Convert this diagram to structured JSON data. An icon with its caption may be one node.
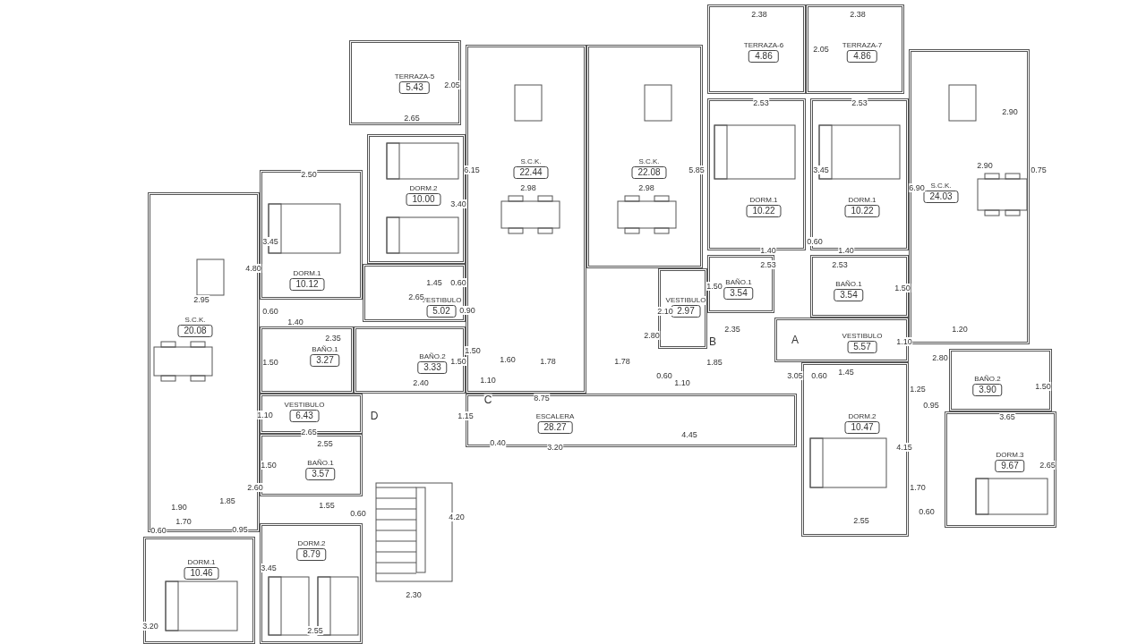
{
  "diagram": {
    "nodes": [
      {
        "text": [
          "TERRAZA-5",
          "5.43"
        ]
      },
      {
        "text": [
          "S.C.K.",
          "22.44"
        ]
      },
      {
        "text": [
          "S.C.K.",
          "22.08"
        ]
      },
      {
        "text": [
          "TERRAZA-6",
          "4.86"
        ]
      },
      {
        "text": [
          "TERRAZA-7",
          "4.86"
        ]
      },
      {
        "text": [
          "S.C.K.",
          "24.03"
        ]
      },
      {
        "text": [
          "DORM.2",
          "10.00"
        ]
      },
      {
        "text": [
          "DORM.1",
          "10.22"
        ]
      },
      {
        "text": [
          "DORM.1",
          "10.22"
        ]
      },
      {
        "text": [
          "DORM.1",
          "10.12"
        ]
      },
      {
        "text": [
          "BAÑO.1",
          "3.54"
        ]
      },
      {
        "text": [
          "BAÑO.1",
          "3.54"
        ]
      },
      {
        "text": [
          "VESTIBULO",
          "2.97"
        ]
      },
      {
        "text": [
          "VESTIBULO",
          "5.02"
        ]
      },
      {
        "text": [
          "S.C.K.",
          "20.08"
        ]
      },
      {
        "text": [
          "BAÑO.1",
          "3.27"
        ]
      },
      {
        "text": [
          "BAÑO.2",
          "3.33"
        ]
      },
      {
        "text": [
          "VESTIBULO",
          "5.57"
        ]
      },
      {
        "text": [
          "BAÑO.2",
          "3.90"
        ]
      },
      {
        "text": [
          "VESTIBULO",
          "6.43"
        ]
      },
      {
        "text": [
          "ESCALERA",
          "28.27"
        ]
      },
      {
        "text": [
          "DORM.2",
          "10.47"
        ]
      },
      {
        "text": [
          "DORM.3",
          "9.67"
        ]
      },
      {
        "text": [
          "BAÑO.1",
          "3.57"
        ]
      },
      {
        "text": [
          "DORM.2",
          "8.79"
        ]
      },
      {
        "text": [
          "DORM.1",
          "10.46"
        ]
      }
    ],
    "labels": [
      "2.38",
      "2.38",
      "2.05",
      "2.05",
      "2.90",
      "2.65",
      "2.53",
      "2.53",
      "6.15",
      "5.85",
      "3.45",
      "2.50",
      "3.40",
      "2.98",
      "2.98",
      "6.90",
      "2.90",
      "0.75",
      "3.45",
      "1.40",
      "0.60",
      "1.40",
      "4.80",
      "2.53",
      "2.53",
      "1.45",
      "0.60",
      "1.50",
      "1.50",
      "2.95",
      "2.65",
      "0.60",
      "0.90",
      "2.10",
      "1.40",
      "2.35",
      "2.35",
      "1.10",
      "B",
      "A",
      "1.50",
      "1.50",
      "1.50",
      "2.80",
      "2.80",
      "1.20",
      "1.60",
      "1.78",
      "1.78",
      "1.85",
      "1.10",
      "0.60",
      "1.10",
      "1.50",
      "2.40",
      "3.05",
      "0.60",
      "1.45",
      "1.25",
      "0.95",
      "C",
      "1.10",
      "8.75",
      "1.15",
      "D",
      "2.65",
      "4.45",
      "3.65",
      "0.40",
      "3.20",
      "2.65",
      "4.15",
      "2.55",
      "1.50",
      "2.60",
      "1.70",
      "1.85",
      "1.55",
      "0.60",
      "1.90",
      "4.20",
      "1.70",
      "0.60",
      "0.60",
      "2.55",
      "0.95",
      "3.45",
      "3.20",
      "2.30",
      "2.55"
    ]
  }
}
